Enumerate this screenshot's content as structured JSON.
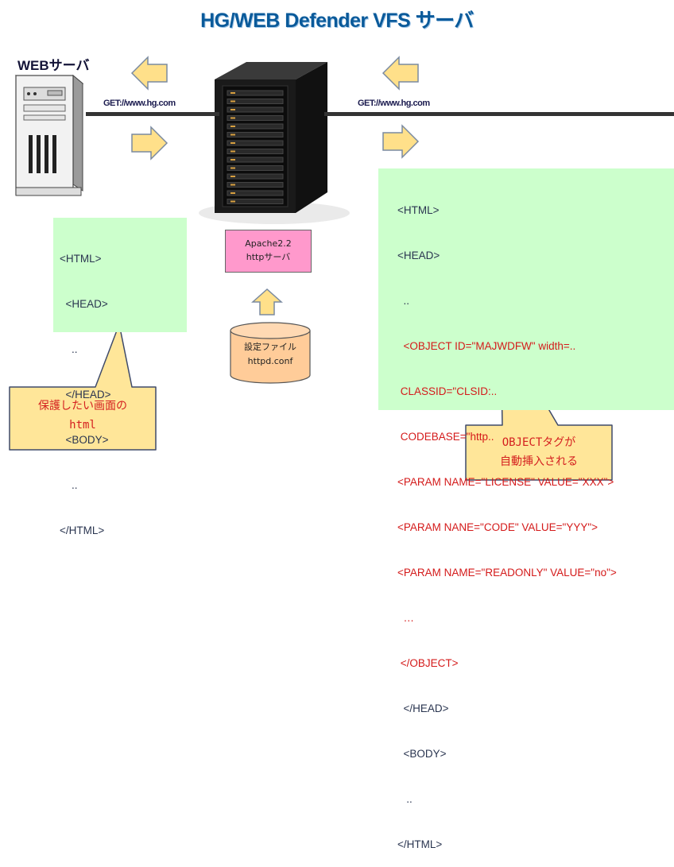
{
  "title": "HG/WEB Defender VFS サーバ",
  "web_server_label": "WEBサーバ",
  "request_left": "GET://www.hg.com",
  "request_right": "GET://www.hg.com",
  "apache": {
    "line1": "Apache2.2",
    "line2": "httpサーバ"
  },
  "config_file": {
    "line1": "設定ファイル",
    "line2": "httpd.conf"
  },
  "left_html": [
    "<HTML>",
    "  <HEAD>",
    "    ..",
    "  </HEAD>",
    "  <BODY>",
    "    ..",
    "</HTML>"
  ],
  "right_html": [
    "<HTML>",
    "<HEAD>",
    "  ..",
    "  <OBJECT ID=\"MAJWDFW\" width=..",
    " CLASSID=\"CLSID:..",
    " CODEBASE=\"http..",
    "<PARAM NAME=\"LICENSE\" VALUE=\"XXX\">",
    "<PARAM NANE=\"CODE\" VALUE=\"YYY\">",
    "<PARAM NAME=\"READONLY\" VALUE=\"no\">",
    "  …",
    " </OBJECT>",
    "  </HEAD>",
    "  <BODY>",
    "   ..",
    "</HTML>"
  ],
  "callout_left": {
    "line1": "保護したい画面の",
    "line2": "html"
  },
  "callout_right": {
    "line1": "OBJECTタグが",
    "line2": "自動挿入される"
  },
  "colors": {
    "title": "#0a5a9a",
    "code_box": "#ccffcc",
    "apache_box": "#ff99cc",
    "callout_fill": "#ffe699",
    "arrow_fill": "#ffe08a",
    "inserted_text": "#d41a1a"
  }
}
